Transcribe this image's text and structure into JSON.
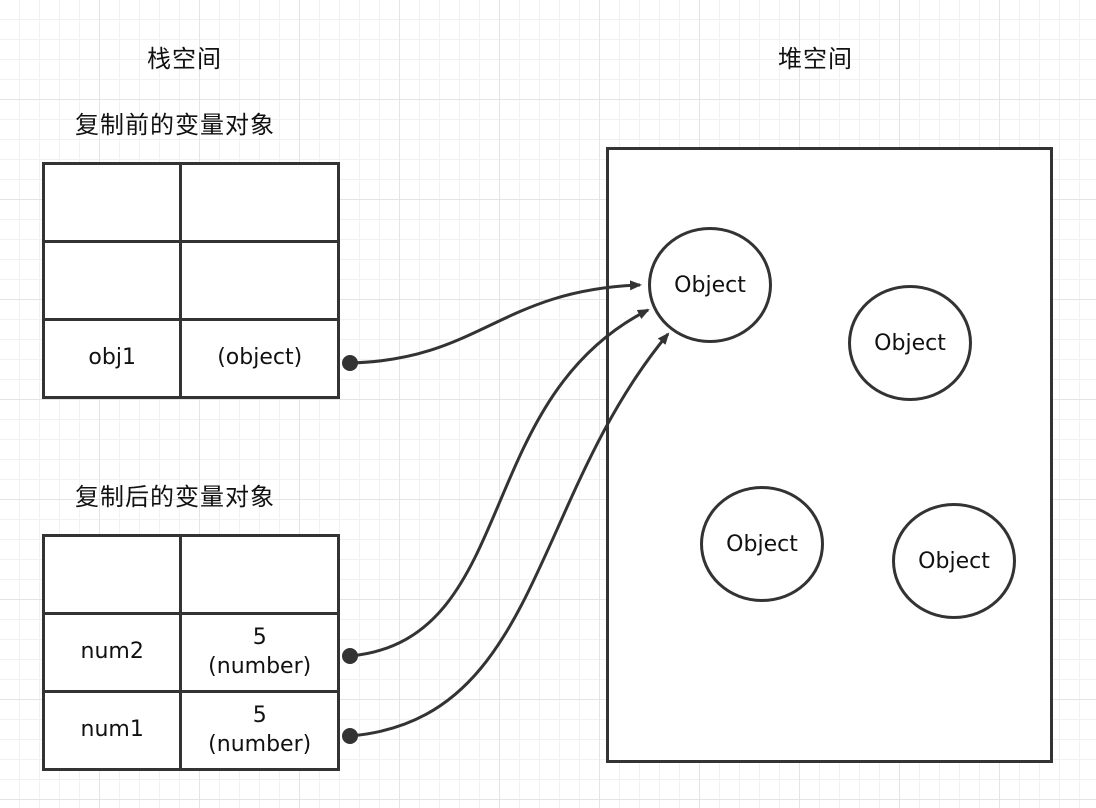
{
  "stack_space": {
    "title": "栈空间",
    "before": {
      "title": "复制前的变量对象",
      "rows": [
        {
          "name": "",
          "value": ""
        },
        {
          "name": "",
          "value": ""
        },
        {
          "name": "obj1",
          "value": "(object)"
        }
      ]
    },
    "after": {
      "title": "复制后的变量对象",
      "rows": [
        {
          "name": "",
          "value_line1": "",
          "value_line2": ""
        },
        {
          "name": "num2",
          "value_line1": "5",
          "value_line2": "(number)"
        },
        {
          "name": "num1",
          "value_line1": "5",
          "value_line2": "(number)"
        }
      ]
    }
  },
  "heap_space": {
    "title": "堆空间",
    "objects": [
      {
        "label": "Object"
      },
      {
        "label": "Object"
      },
      {
        "label": "Object"
      },
      {
        "label": "Object"
      }
    ]
  },
  "colors": {
    "stroke": "#333333",
    "grid": "#e4e4e4"
  }
}
